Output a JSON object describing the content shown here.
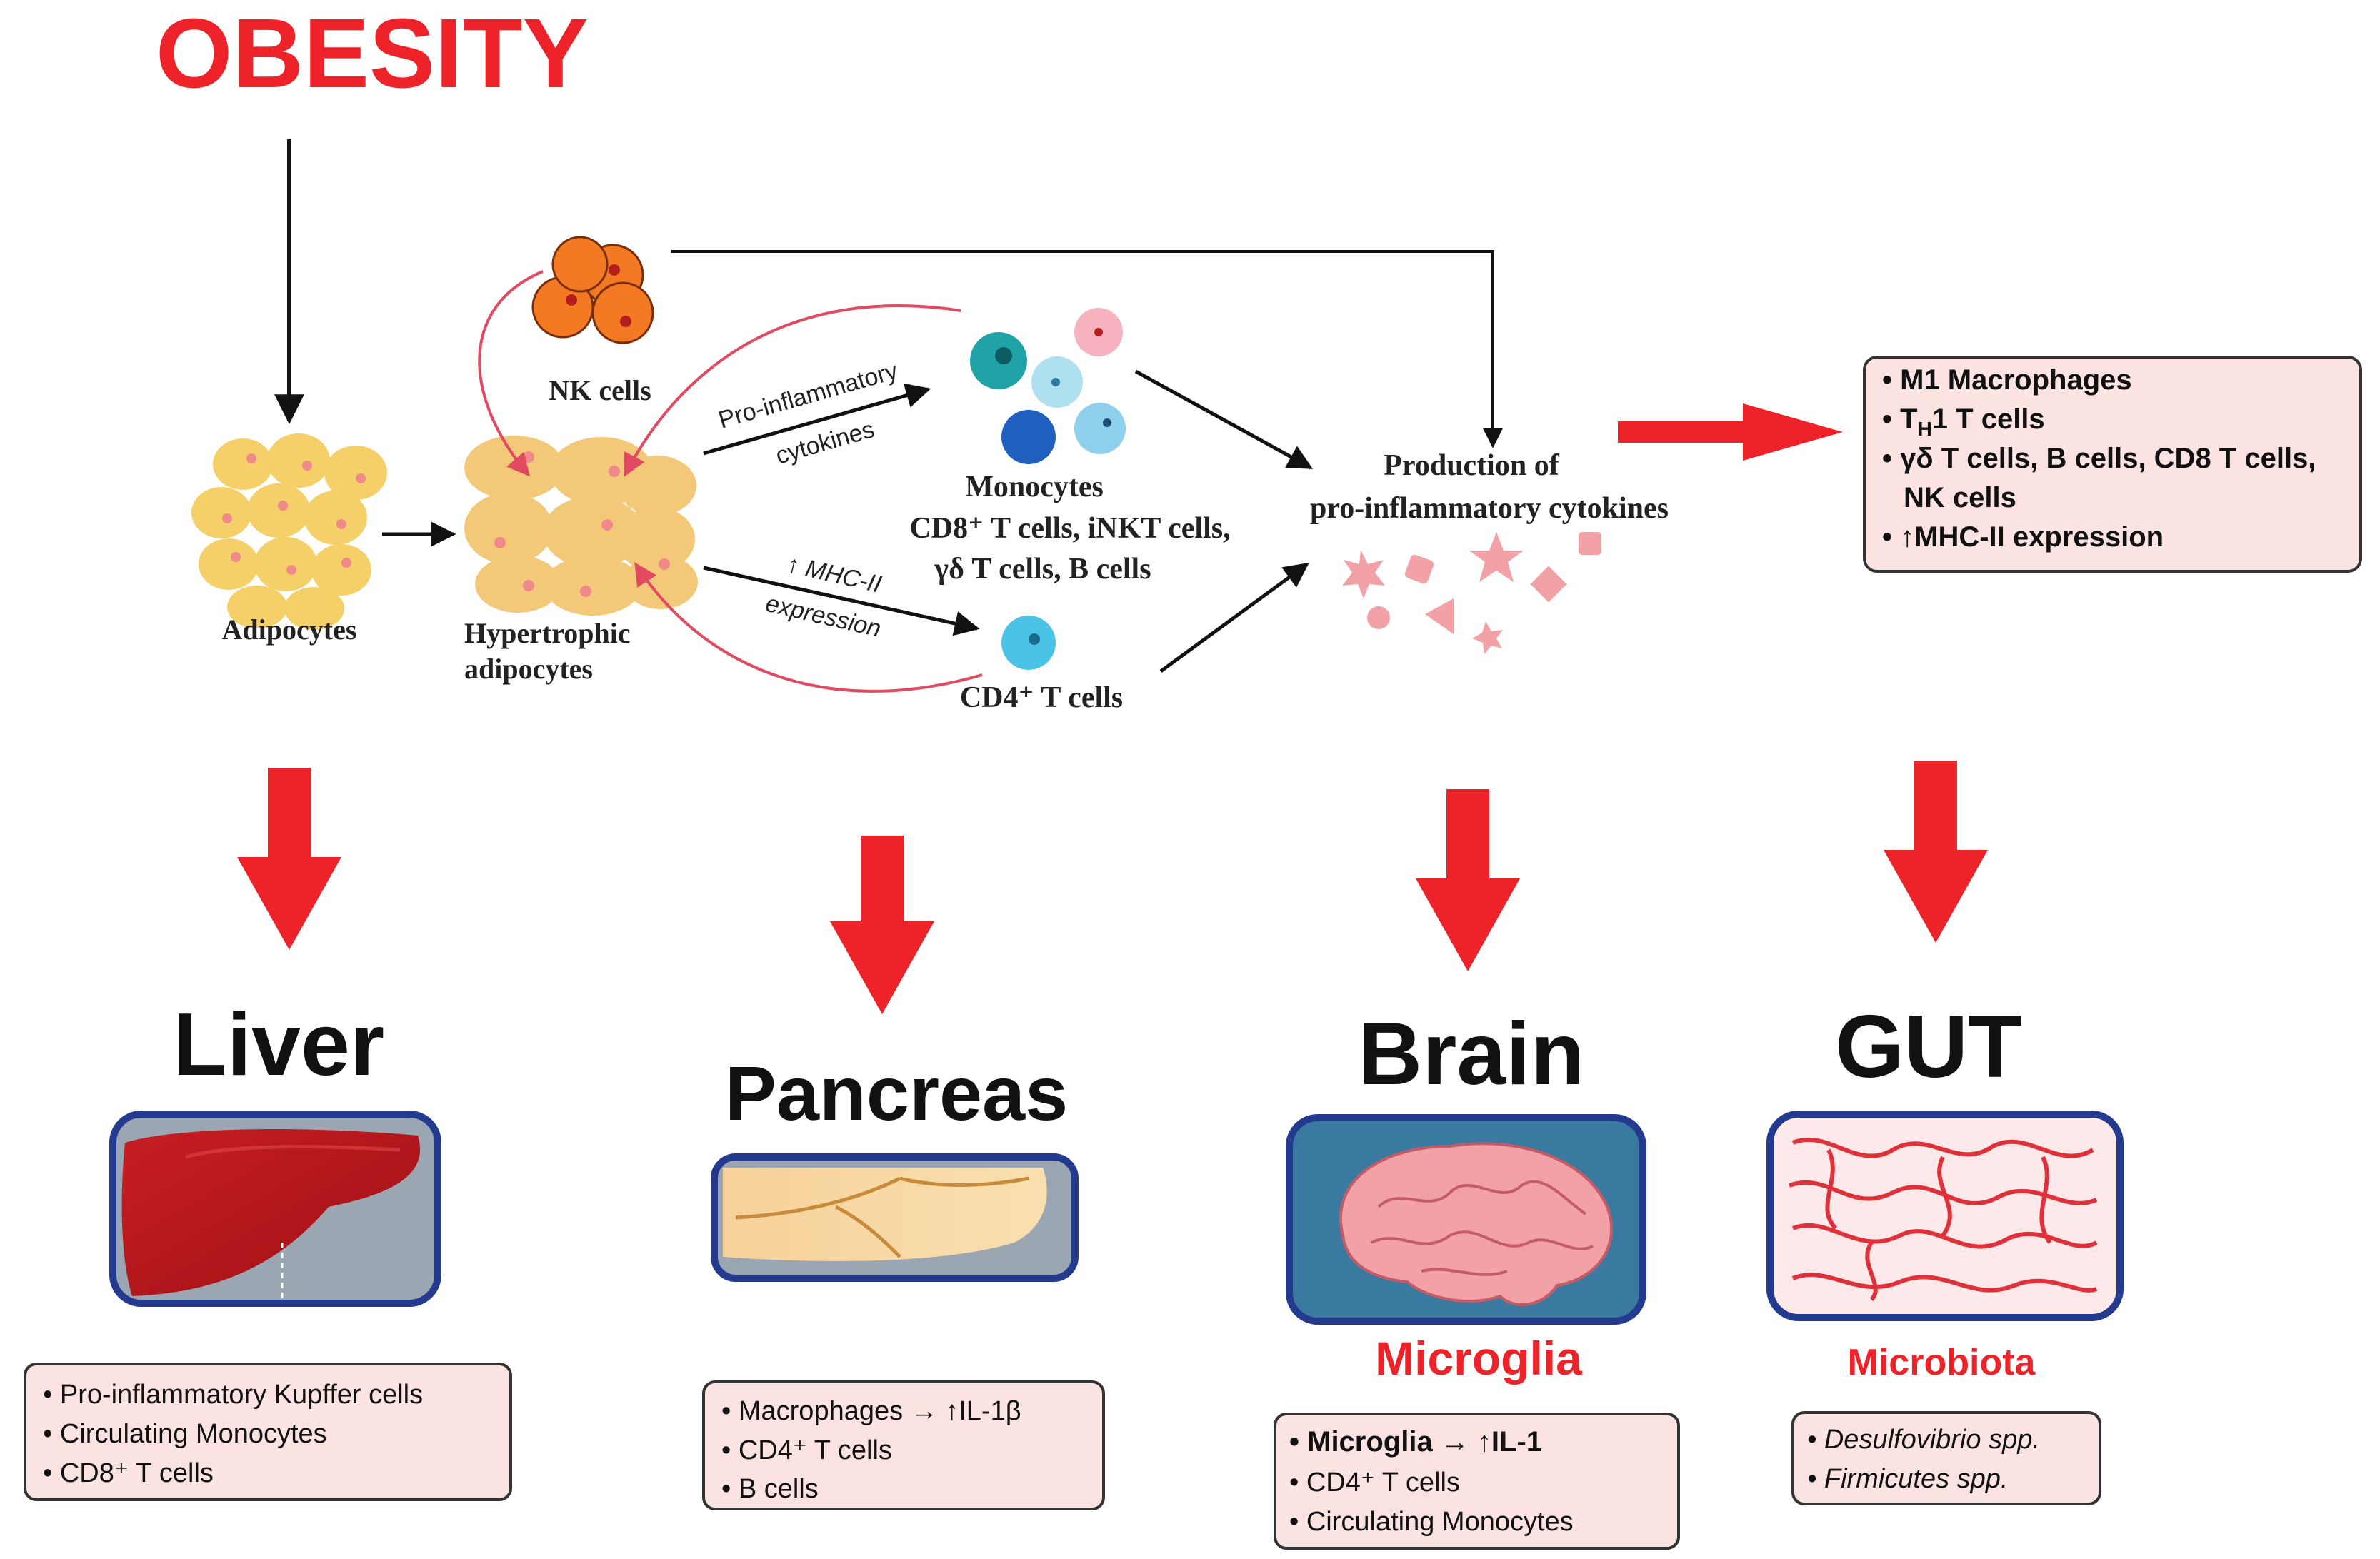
{
  "title": "OBESITY",
  "colors": {
    "red": "#ee2229",
    "dark_red": "#b01218",
    "pink_box_fill": "#fbe3e2",
    "box_border": "#333333",
    "adipocyte": "#f5cf67",
    "adipocyte_hyper": "#f3c878",
    "nucleus_pink": "#f08a8a",
    "nk_orange": "#f37a22",
    "frame_blue": "#233a8f",
    "brain_bg": "#3a7aa0",
    "brain_pink": "#f2a2a6"
  },
  "diagram": {
    "adipocytes_label": "Adipocytes",
    "hypertrophic_label": [
      "Hypertrophic",
      "adipocytes"
    ],
    "nk_label": "NK cells",
    "arrow_upper_label": [
      "Pro-inflammatory",
      "cytokines"
    ],
    "arrow_lower_label": [
      "↑ MHC-II",
      "expression"
    ],
    "monocytes_label": [
      "Monocytes",
      "CD8⁺ T cells, iNKT cells,",
      "γδ T cells, B cells"
    ],
    "cd4_label": "CD4⁺ T cells",
    "production_label": [
      "Production of",
      "pro-inflammatory cytokines"
    ],
    "right_box_items": [
      "• M1 Macrophages",
      "• T",
      "• γδ T cells, B cells, CD8 T cells,",
      "NK cells",
      "• ↑MHC-II expression"
    ],
    "th1_main": "T",
    "th1_sub": "H",
    "th1_rest": "1 T cells"
  },
  "organs": [
    {
      "name": "Liver",
      "items": [
        "• Pro-inflammatory Kupffer cells",
        "• Circulating Monocytes",
        "• CD8⁺ T cells"
      ]
    },
    {
      "name": "Pancreas",
      "items": [
        "• Macrophages → ↑IL-1β",
        "• CD4⁺ T cells",
        "• B cells"
      ]
    },
    {
      "name": "Brain",
      "sublabel": "Microglia",
      "items": [
        "• Microglia → ↑IL-1",
        "• CD4⁺ T cells",
        "• Circulating Monocytes"
      ]
    },
    {
      "name": "GUT",
      "sublabel": "Microbiota",
      "items": [
        "• Desulfovibrio spp.",
        "• Firmicutes spp."
      ]
    }
  ]
}
